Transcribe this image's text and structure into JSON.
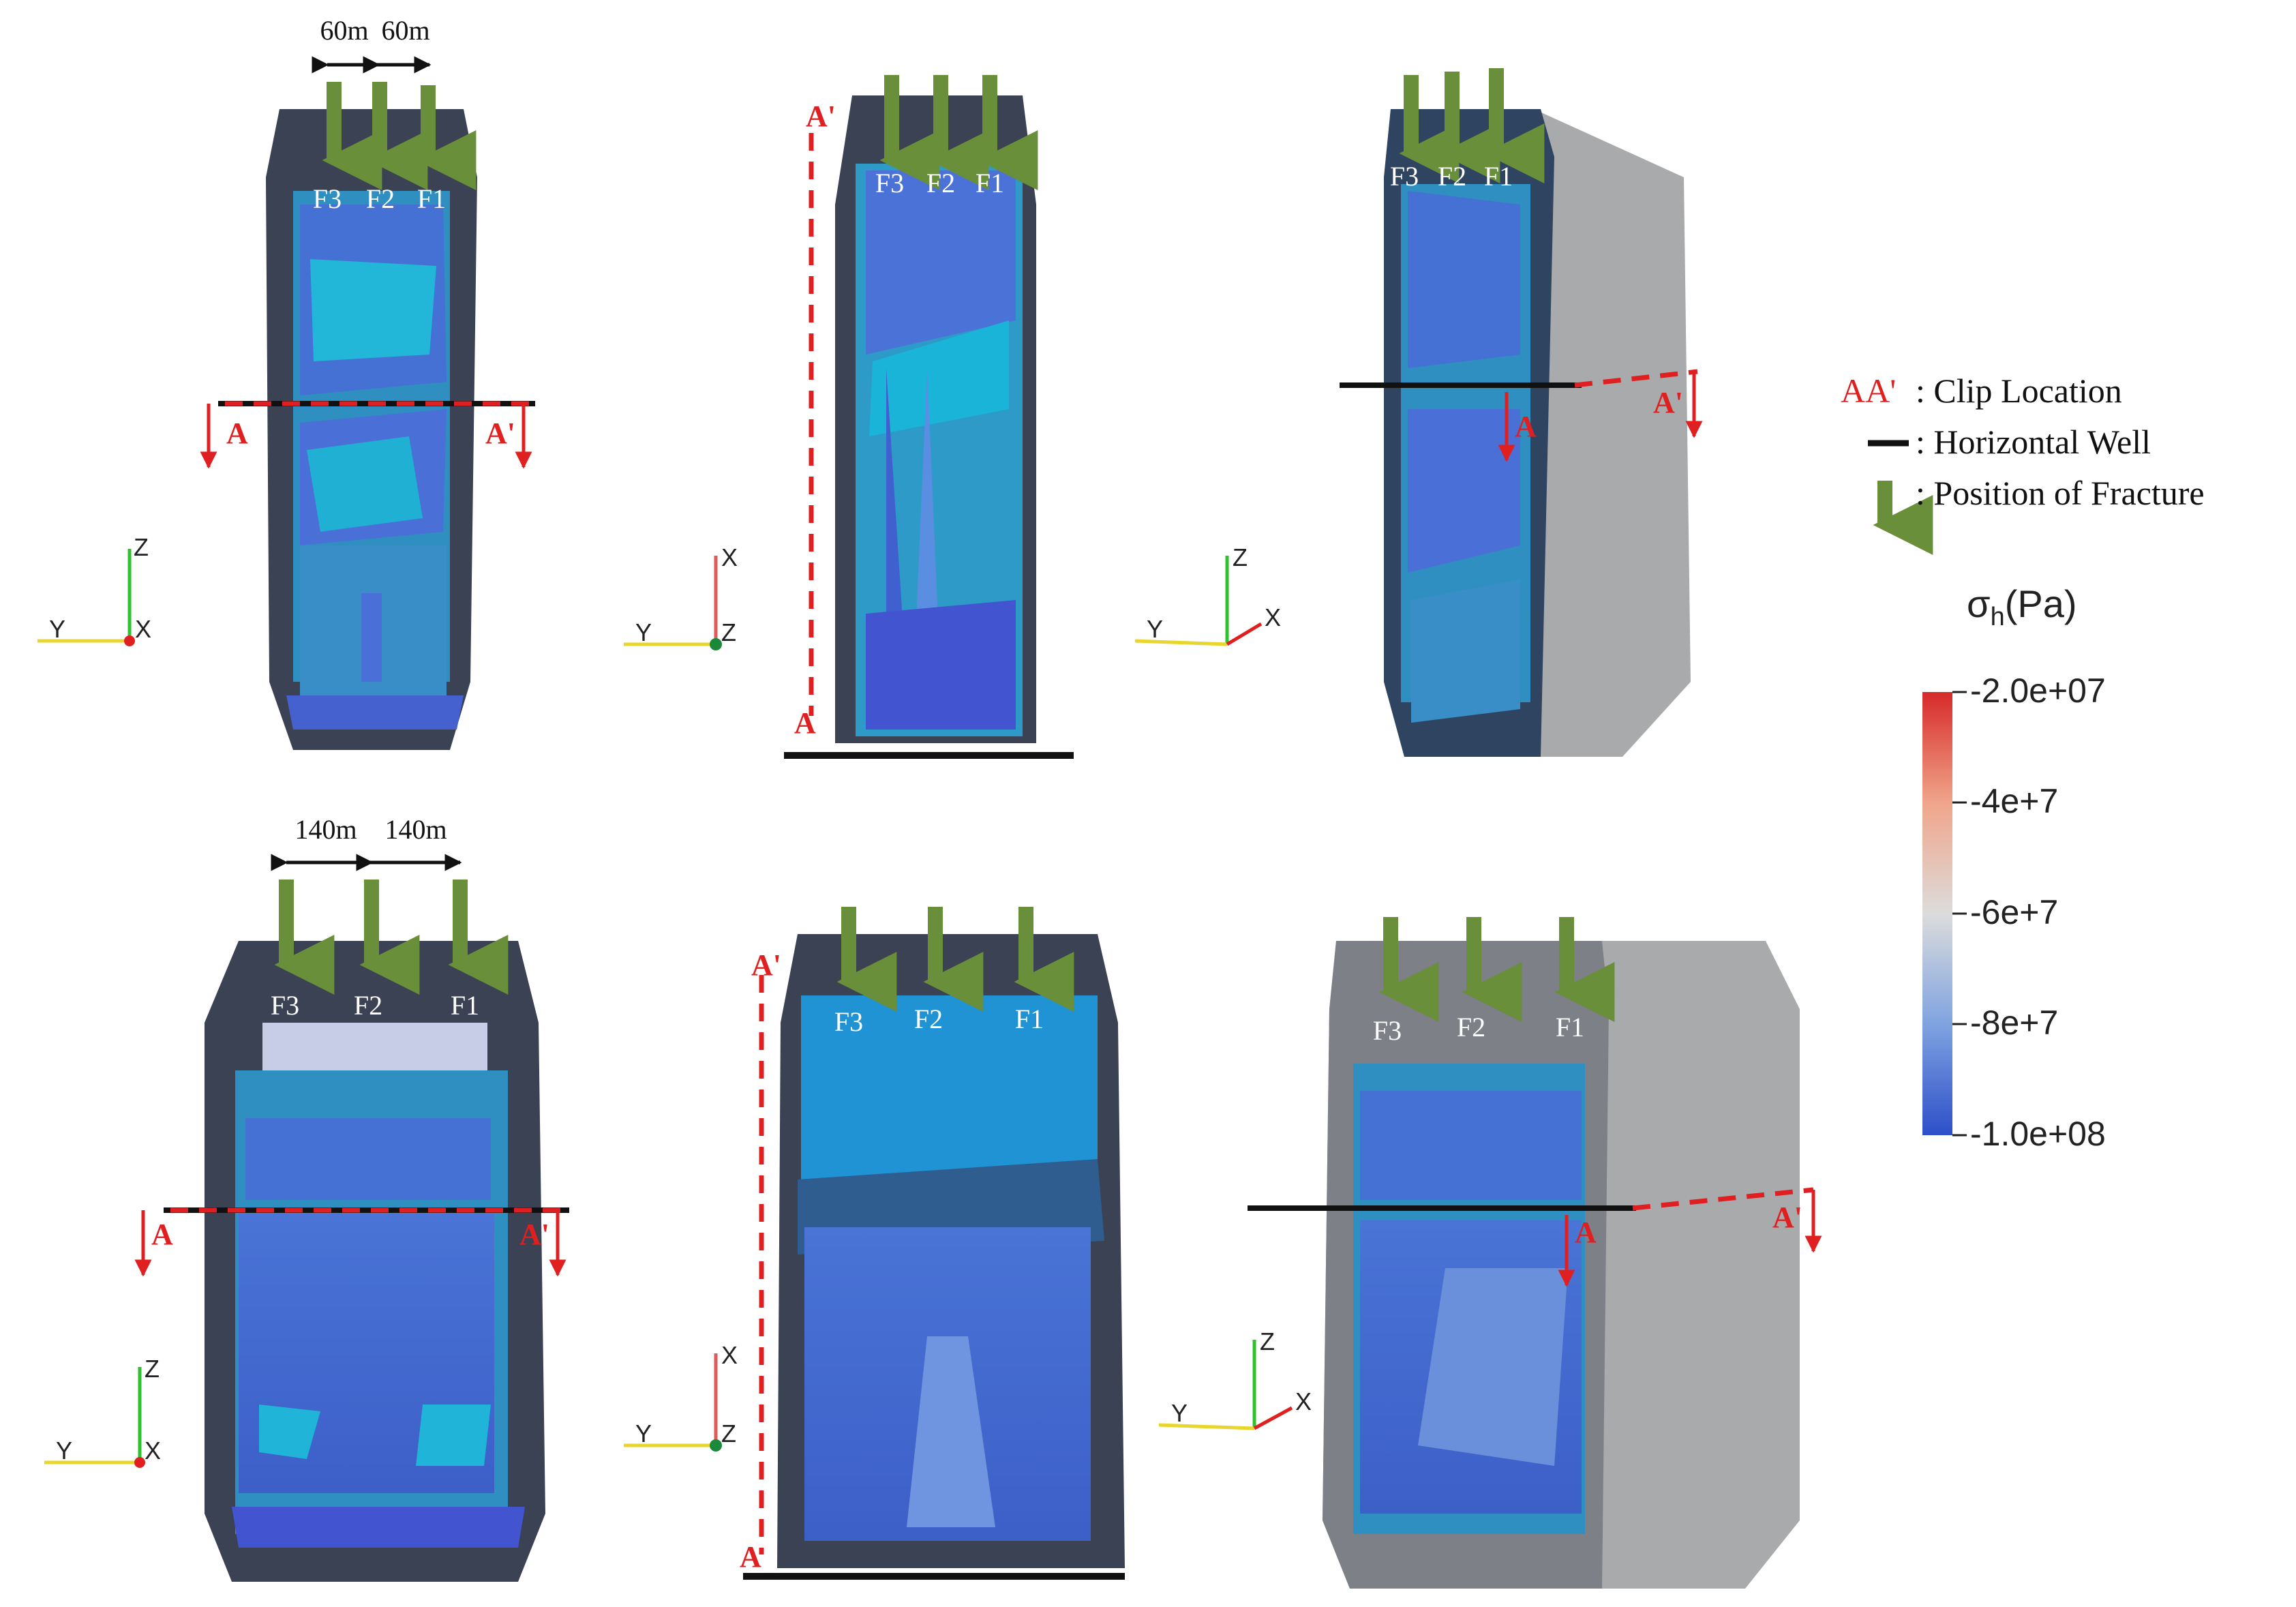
{
  "figure": {
    "top_row": {
      "spacing": [
        "60m",
        "60m"
      ],
      "fractures": [
        "F3",
        "F2",
        "F1"
      ]
    },
    "bottom_row": {
      "spacing": [
        "140m",
        "140m"
      ],
      "fractures": [
        "F3",
        "F2",
        "F1"
      ]
    },
    "clip": {
      "a": "A",
      "a_prime": "A'"
    },
    "axes": {
      "front": [
        "Z",
        "Y",
        "X"
      ],
      "top": [
        "X",
        "Y",
        "Z"
      ],
      "iso": [
        "Z",
        "Y",
        "X"
      ]
    }
  },
  "legend": {
    "clip_symbol": "AA'",
    "clip_label": ": Clip Location",
    "well_label": ": Horizontal Well",
    "fracture_label": ": Position of Fracture"
  },
  "colorbar": {
    "title_main": "σ",
    "title_sub": "h",
    "title_unit": "(Pa)",
    "ticks": [
      "-2.0e+07",
      "-4e+7",
      "-6e+7",
      "-8e+7",
      "-1.0e+08"
    ],
    "range": [
      -20000000,
      -100000000
    ],
    "colors": [
      "#d62a2a",
      "#f0a58a",
      "#dcdcdc",
      "#7fa3e0",
      "#2d4fc9"
    ]
  },
  "colors": {
    "fracture_arrow": "#6a8f3a",
    "clip_line": "#e02020",
    "well_line": "#111111",
    "shell": "#3b4254",
    "outer_gray": "#a9aaab"
  }
}
